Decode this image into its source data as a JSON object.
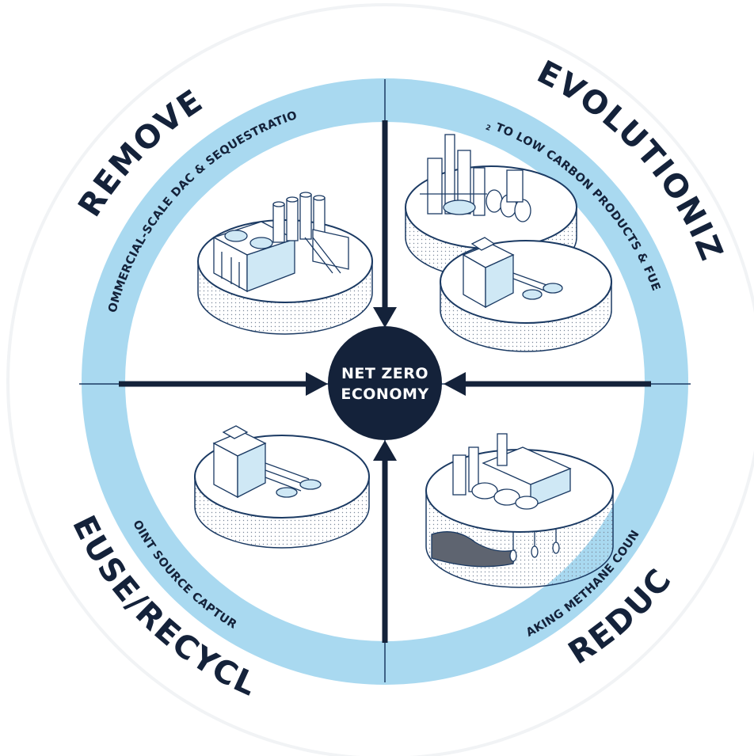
{
  "center": {
    "line1": "NET ZERO",
    "line2": "ECONOMY"
  },
  "quadrants": {
    "remove": {
      "title": "REMOVE",
      "subtitle": "COMMERCIAL-SCALE DAC & SEQUESTRATION",
      "icon": "dac-plant-icon"
    },
    "revolutionize": {
      "title": "REVOLUTIONIZE",
      "subtitle_co": "CO",
      "subtitle_sub": "2",
      "subtitle_rest": " TO LOW CARBON PRODUCTS & FUELS",
      "icon": "refinery-plant-icon"
    },
    "reuse": {
      "title": "REUSE/RECYCLE",
      "subtitle": "POINT SOURCE CAPTURE",
      "icon": "capture-facility-icon"
    },
    "reduce": {
      "title": "REDUCE",
      "subtitle": "MAKING METHANE COUNT",
      "icon": "methane-facility-icon"
    }
  },
  "colors": {
    "navy": "#14223a",
    "ring": "#a9d9f0",
    "outer": "#ffffff",
    "line": "#1b3a63"
  }
}
